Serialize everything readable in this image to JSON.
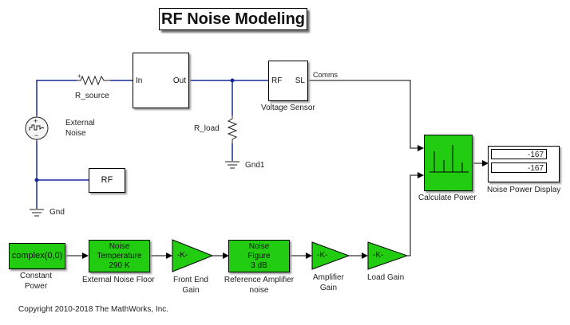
{
  "title": "RF Noise Modeling",
  "physical_circuit": {
    "r_source": {
      "label": "R_source"
    },
    "amplifier": {
      "port_in": "In",
      "port_out": "Out"
    },
    "external_noise": {
      "label_line1": "External",
      "label_line2": "Noise"
    },
    "rf_port_block": {
      "text": "RF"
    },
    "gnd": {
      "label": "Gnd"
    },
    "voltage_sensor": {
      "port_in": "RF",
      "port_out": "SL",
      "label": "Voltage Sensor"
    },
    "r_load": {
      "label": "R_load"
    },
    "gnd1": {
      "label": "Gnd1"
    },
    "signal_label": "Comms"
  },
  "signal_chain": {
    "constant_power": {
      "text": "complex(0,0)",
      "label_line1": "Constant",
      "label_line2": "Power"
    },
    "external_noise_floor": {
      "text_line1": "Noise",
      "text_line2": "Temperature",
      "text_line3": "290 K",
      "label": "External Noise Floor"
    },
    "front_end_gain": {
      "text": "-K-",
      "label_line1": "Front End",
      "label_line2": "Gain"
    },
    "reference_amplifier_noise": {
      "text_line1": "Noise",
      "text_line2": "Figure",
      "text_line3": "3 dB",
      "label_line1": "Reference Amplifier",
      "label_line2": "noise"
    },
    "amplifier_gain": {
      "text": "-K-",
      "label_line1": "Amplifier",
      "label_line2": "Gain"
    },
    "load_gain": {
      "text": "-K-",
      "label": "Load Gain"
    }
  },
  "calculate_power": {
    "label": "Calculate Power"
  },
  "noise_power_display": {
    "values": [
      "-167",
      "-167"
    ],
    "label": "Noise Power Display"
  },
  "copyright": "Copyright 2010-2018 The MathWorks, Inc.",
  "colors": {
    "physical_line": "#1a2a99",
    "signal_line": "#000000",
    "block_green": "#22cc11"
  }
}
